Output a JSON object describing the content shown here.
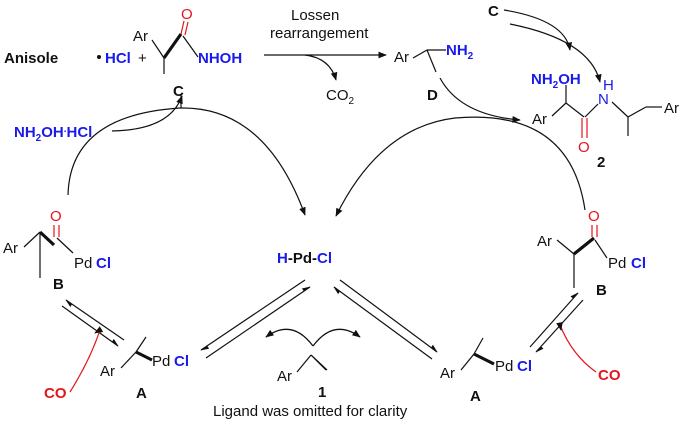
{
  "labels": {
    "anisole": "Anisole",
    "hcl_top": "HCl",
    "plus": "+",
    "ar": "Ar",
    "nhoh": "NHOH",
    "o": "O",
    "lossen_1": "Lossen",
    "lossen_2": "rearrangement",
    "co2": "CO",
    "co2_sub": "2",
    "nh2": "NH",
    "nh2_sub": "2",
    "c": "C",
    "d": "D",
    "nh2oh_hcl_nh2oh": "NH",
    "nh2oh_sub": "2",
    "nh2oh_oh": "OH",
    "nh2oh_hcl": "HCl",
    "nh2oh_right": "NH",
    "nh2oh_right_sub": "2",
    "nh2oh_right_oh": "OH",
    "h": "N",
    "h_amide": "H",
    "two": "2",
    "pd": "Pd",
    "cl": "Cl",
    "h_pd_cl_h": "H",
    "h_pd_cl_pd": "-Pd-",
    "h_pd_cl_cl": "Cl",
    "b": "B",
    "a": "A",
    "one": "1",
    "co": "CO",
    "caption": "Ligand  was omitted for clarity"
  }
}
